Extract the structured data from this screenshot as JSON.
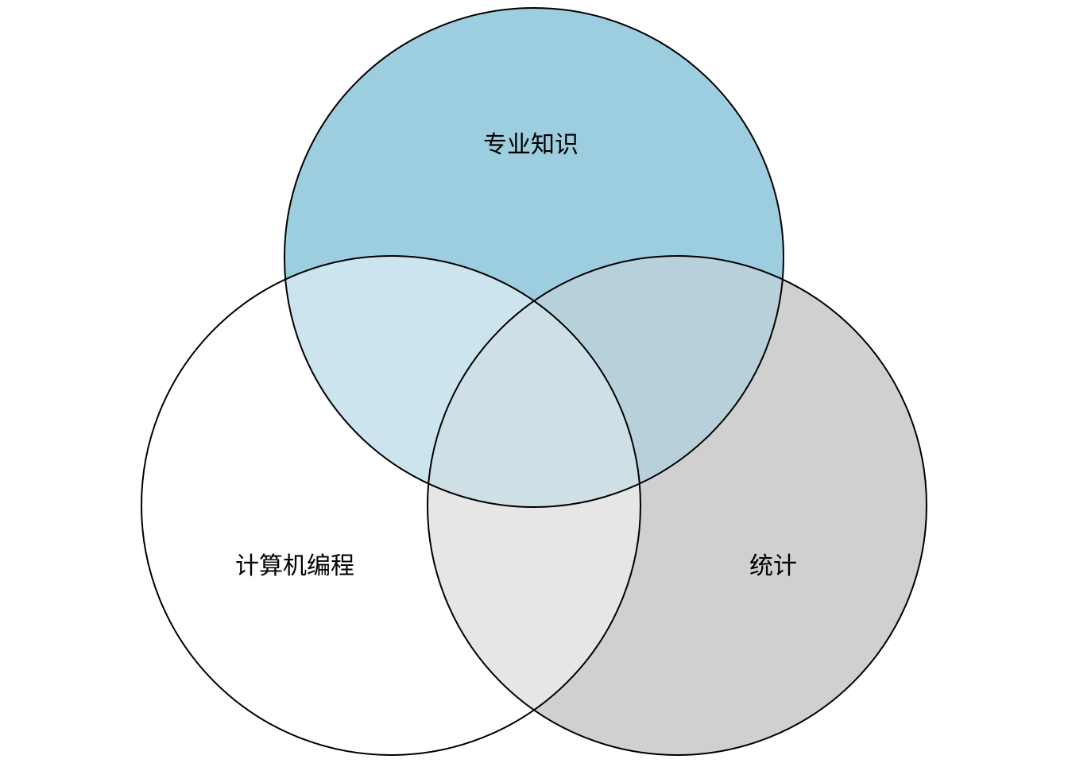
{
  "diagram": {
    "type": "venn",
    "sets": [
      {
        "id": "domain",
        "label": "专业知识",
        "fill": "#9dcee0"
      },
      {
        "id": "programming",
        "label": "计算机编程",
        "fill": "#ffffff"
      },
      {
        "id": "statistics",
        "label": "统计",
        "fill": "#d0d0d0"
      }
    ],
    "regions": [
      {
        "sets": [
          "domain",
          "programming"
        ],
        "fill": "#cce4ee"
      },
      {
        "sets": [
          "domain",
          "statistics"
        ],
        "fill": "#b7d0da"
      },
      {
        "sets": [
          "programming",
          "statistics"
        ],
        "fill": "#e6e6e6"
      },
      {
        "sets": [
          "domain",
          "programming",
          "statistics"
        ],
        "fill": "#cfdfe6"
      }
    ],
    "outline_color": "#000000"
  }
}
